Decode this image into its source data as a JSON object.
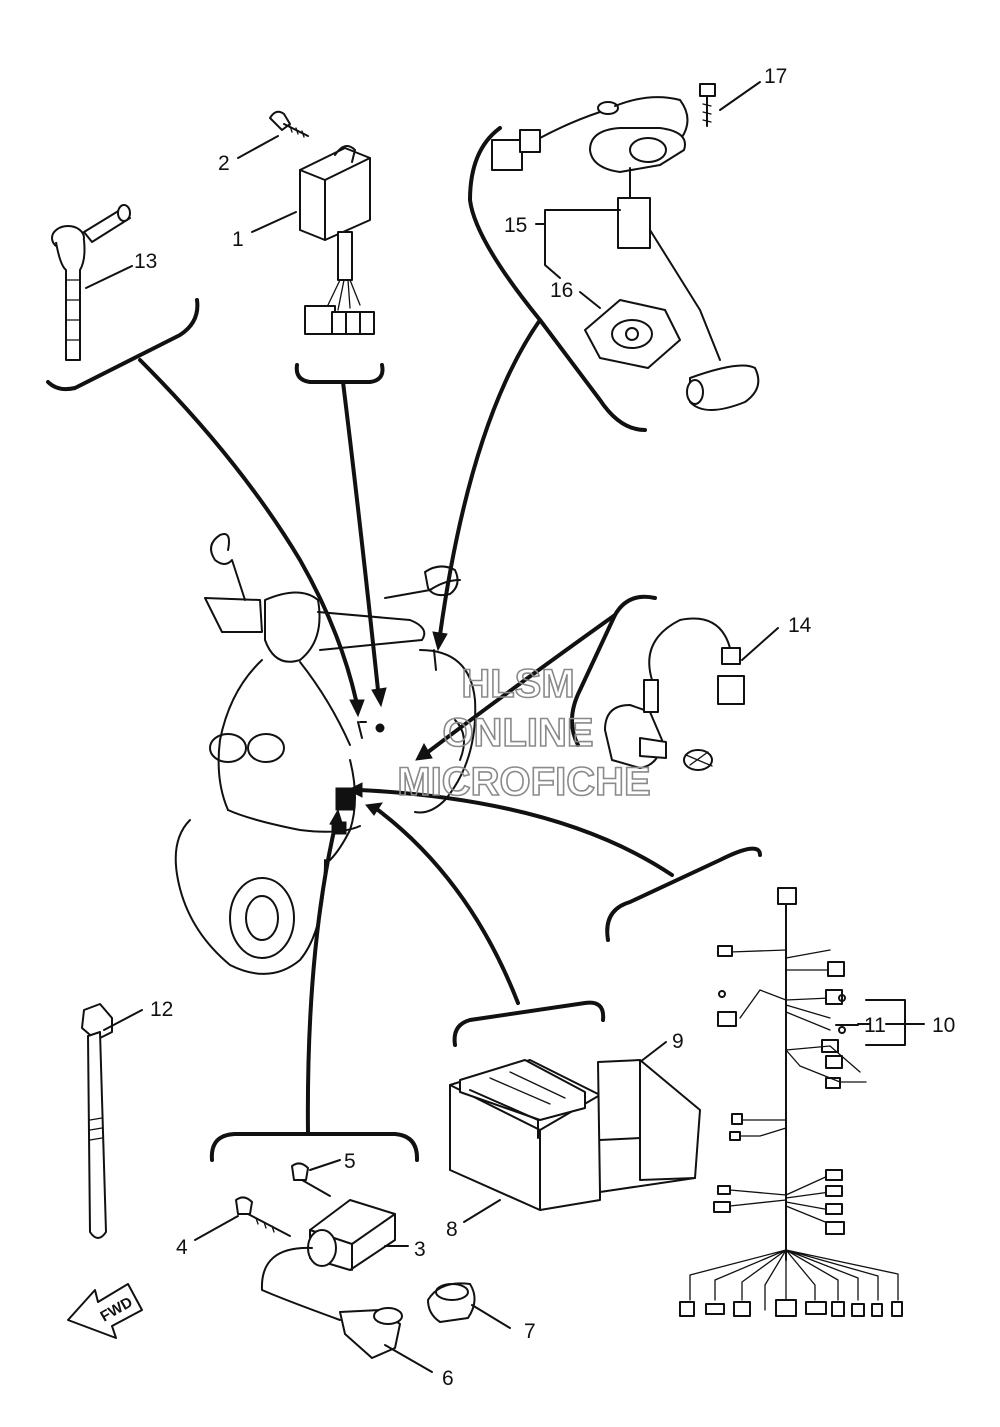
{
  "watermark": {
    "line1": "HLSM",
    "line2": "ONLINE",
    "line3": "MICROFICHE"
  },
  "fwd_label": "FWD",
  "callouts": [
    {
      "id": "1",
      "text": "1"
    },
    {
      "id": "2",
      "text": "2"
    },
    {
      "id": "3",
      "text": "3"
    },
    {
      "id": "4",
      "text": "4"
    },
    {
      "id": "5",
      "text": "5"
    },
    {
      "id": "6",
      "text": "6"
    },
    {
      "id": "7",
      "text": "7"
    },
    {
      "id": "8",
      "text": "8"
    },
    {
      "id": "9",
      "text": "9"
    },
    {
      "id": "10",
      "text": "10"
    },
    {
      "id": "11",
      "text": "11"
    },
    {
      "id": "12",
      "text": "12"
    },
    {
      "id": "13",
      "text": "13"
    },
    {
      "id": "14",
      "text": "14"
    },
    {
      "id": "15",
      "text": "15"
    },
    {
      "id": "16",
      "text": "16"
    },
    {
      "id": "17",
      "text": "17"
    }
  ]
}
